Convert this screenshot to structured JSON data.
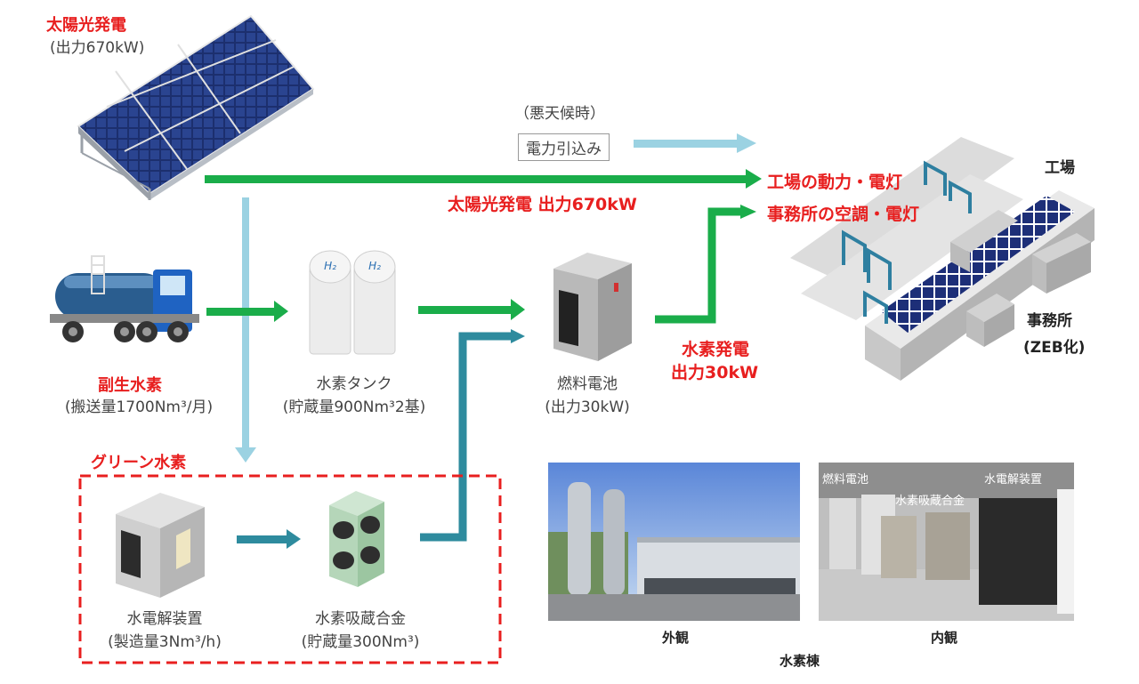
{
  "solar": {
    "title": "太陽光発電",
    "subtitle": "(出力670kW)"
  },
  "grid": {
    "note": "（悪天候時）",
    "box": "電力引込み"
  },
  "solar_output_label": "太陽光発電 出力670kW",
  "destinations": {
    "line1": "工場の動力・電灯",
    "line2": "事務所の空調・電灯"
  },
  "factory": {
    "factory_label": "工場",
    "office_label": "事務所",
    "office_sub": "(ZEB化)"
  },
  "byproduct": {
    "title": "副生水素",
    "subtitle": "(搬送量1700Nm³/月)"
  },
  "tank": {
    "title": "水素タンク",
    "subtitle": "(貯蔵量900Nm³2基)"
  },
  "fuel_cell": {
    "title": "燃料電池",
    "subtitle": "(出力30kW)"
  },
  "hydrogen_power": {
    "line1": "水素発電",
    "line2": "出力30kW"
  },
  "green": {
    "title": "グリーン水素"
  },
  "electrolyzer": {
    "title": "水電解装置",
    "subtitle": "(製造量3Nm³/h)"
  },
  "alloy": {
    "title": "水素吸蔵合金",
    "subtitle": "(貯蔵量300Nm³)"
  },
  "photos": {
    "exterior": "外観",
    "interior": "内観",
    "building": "水素棟",
    "interior_tags": [
      "燃料電池",
      "水素吸蔵合金",
      "水電解装置"
    ]
  },
  "icons": {
    "tank_label": "H₂"
  },
  "colors": {
    "green_arrow": "#1aad4a",
    "light_blue_arrow": "#9bd2e2",
    "teal_arrow": "#2e8b9e",
    "red_text": "#e81f1f",
    "dashed_border": "#e81f1f"
  }
}
